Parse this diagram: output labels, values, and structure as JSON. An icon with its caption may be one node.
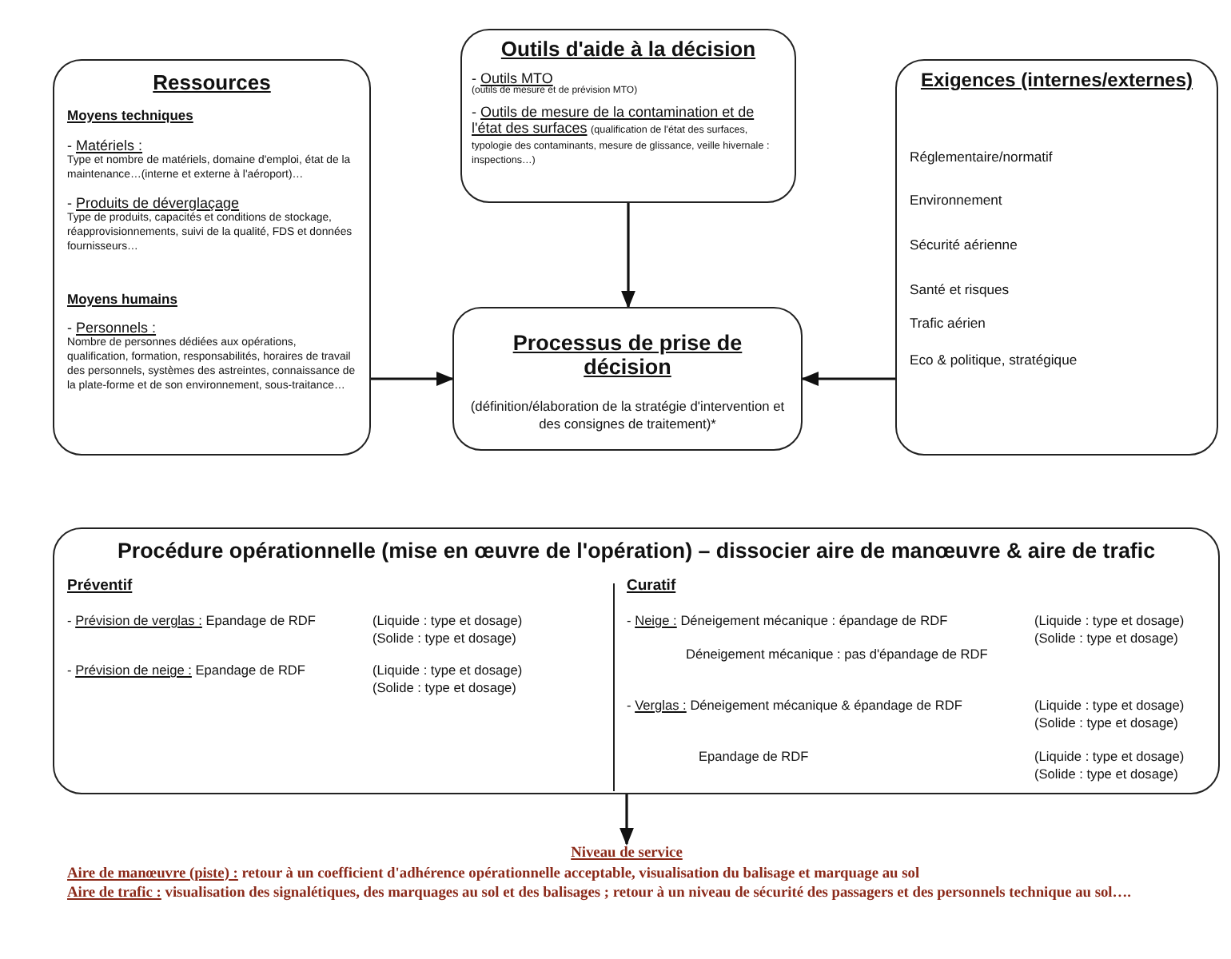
{
  "diagram": {
    "nodes": [
      {
        "text": [
          "Ressources",
          "Moyens techniques",
          "- Matériels :",
          "Type et nombre de matériels, domaine d'emploi, état de la maintenance…(interne et externe à l'aéroport)…",
          "- Produits de déverglaçage",
          "Type de produits, capacités et conditions de stockage, réapprovisionnements, suivi de la qualité, FDS et données fournisseurs…",
          "Moyens humains",
          "- Personnels :",
          "Nombre de personnes dédiées aux opérations, qualification, formation, responsabilités, horaires de travail des personnels, systèmes des astreintes, connaissance de la plate-forme et de son environnement, sous-traitance…"
        ]
      },
      {
        "text": [
          "Outils d'aide à la décision",
          "- Outils MTO",
          "(outils de mesure et de prévision MTO)",
          "- Outils de mesure de la contamination et de l'état des surfaces",
          "(qualification de l'état des surfaces, typologie des contaminants, mesure de glissance, veille hivernale : inspections…)"
        ]
      },
      {
        "text": [
          "Processus de prise de décision",
          "(définition/élaboration de la stratégie d'intervention et des consignes de traitement)*"
        ]
      },
      {
        "text": [
          "Exigences (internes/externes)",
          "Réglementaire/normatif",
          "Environnement",
          "Sécurité aérienne",
          "Santé et risques",
          "Trafic aérien",
          "Eco  & politique, stratégique"
        ]
      },
      {
        "text": [
          "Procédure opérationnelle (mise en œuvre de l'opération) – dissocier aire de manœuvre & aire de trafic",
          "Préventif",
          "- Prévision de verglas :",
          "Epandage de RDF",
          "(Liquide : type et dosage)",
          "(Solide : type et dosage)",
          "- Prévision de neige :",
          "Epandage de RDF",
          "(Liquide : type et dosage)",
          "(Solide : type et dosage)",
          "Curatif",
          "- Neige :",
          "Déneigement mécanique : épandage de RDF",
          "(Liquide : type et dosage)",
          "(Solide : type et dosage)",
          "Déneigement mécanique : pas d'épandage de RDF",
          "- Verglas :",
          "Déneigement mécanique & épandage de RDF",
          "(Liquide : type et dosage)",
          "(Solide : type et dosage)",
          "Epandage de RDF",
          "(Liquide : type et dosage)",
          "(Solide : type et dosage)"
        ]
      },
      {
        "text": [
          "Niveau de service",
          "Aire de manœuvre (piste) :",
          "retour à un coefficient d'adhérence opérationnelle acceptable, visualisation du balisage et marquage au sol",
          "Aire de trafic :",
          "visualisation des signalétiques, des marquages au sol et des balisages ; retour à un niveau de sécurité des passagers et des personnels technique au sol…."
        ]
      }
    ],
    "edges": [
      {
        "from": 0,
        "to": 2,
        "arrow": "to"
      },
      {
        "from": 1,
        "to": 2,
        "arrow": "to"
      },
      {
        "from": 3,
        "to": 2,
        "arrow": "to"
      },
      {
        "from": 4,
        "to": 5,
        "arrow": "to"
      }
    ]
  }
}
